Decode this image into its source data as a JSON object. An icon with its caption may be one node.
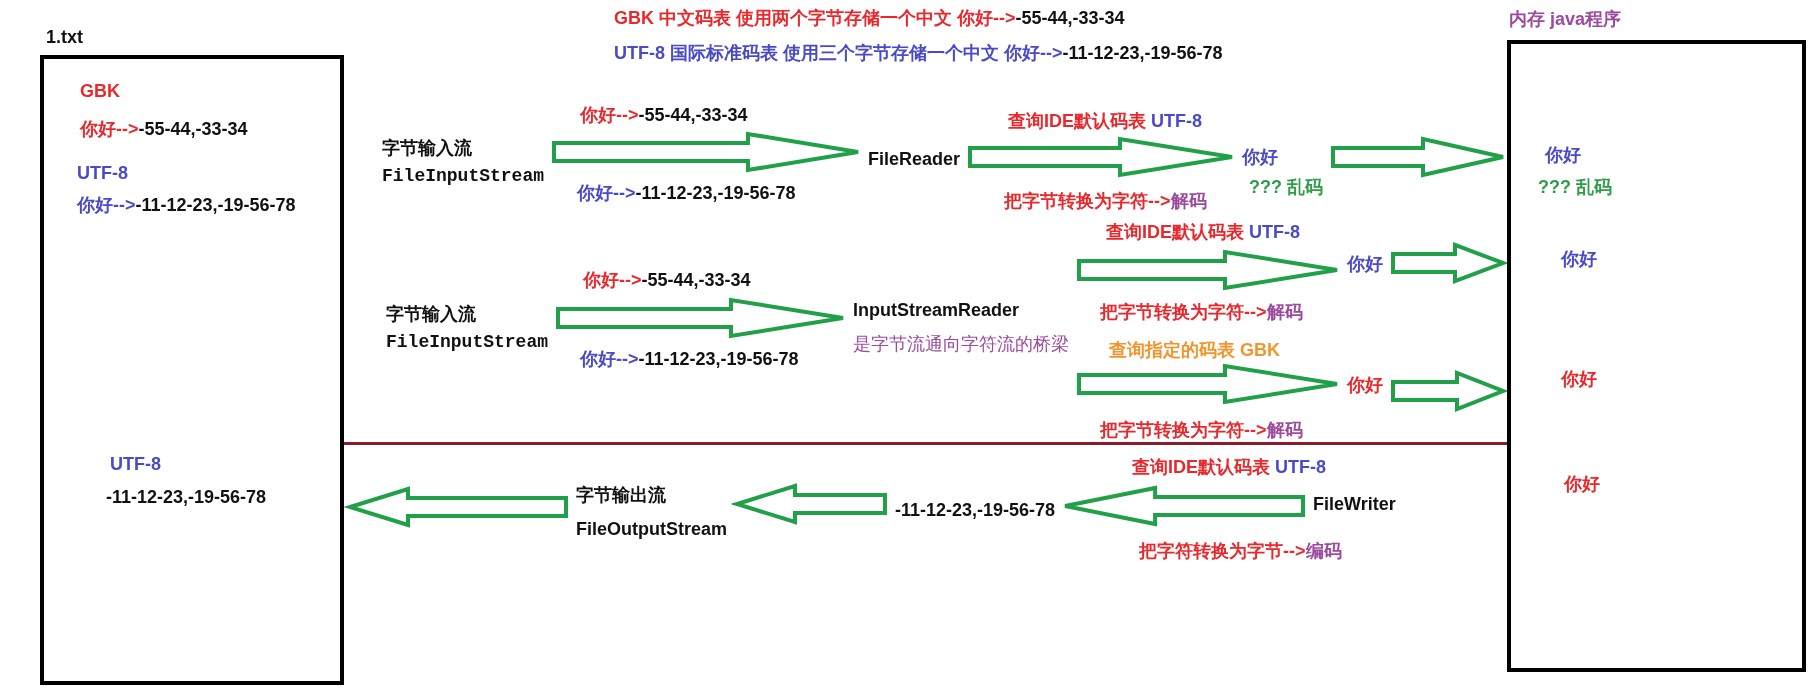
{
  "diagram": {
    "nodes": [
      {
        "text": [
          "1.txt",
          "GBK",
          "你好-->**-55-44,-33-34**",
          "UTF-8",
          "你好-->**-11-12-23,-19-56-78**",
          "UTF-8",
          "-11-12-23,-19-56-78"
        ]
      },
      {
        "text": [
          "内存 java程序",
          "你好",
          "??? 乱码",
          "你好",
          "你好",
          "你好"
        ]
      },
      {
        "text": [
          "字节输入流",
          "FileInputStream"
        ]
      },
      {
        "text": [
          "FileReader"
        ]
      },
      {
        "text": [
          "你好",
          "??? 乱码"
        ]
      },
      {
        "text": [
          "字节输入流",
          "FileInputStream"
        ]
      },
      {
        "text": [
          "InputStreamReader",
          "是字节流通向字符流的桥梁"
        ]
      },
      {
        "text": [
          "你好"
        ]
      },
      {
        "text": [
          "你好"
        ]
      },
      {
        "text": [
          "FileWriter"
        ]
      },
      {
        "text": [
          "-11-12-23,-19-56-78"
        ]
      },
      {
        "text": [
          "字节输出流",
          "FileOutputStream"
        ]
      }
    ],
    "edges": [
      {
        "from": 2,
        "to": 3,
        "arrow": "to"
      },
      {
        "from": 3,
        "to": 4,
        "arrow": "to"
      },
      {
        "from": 4,
        "to": 1,
        "arrow": "to"
      },
      {
        "from": 5,
        "to": 6,
        "arrow": "to"
      },
      {
        "from": 6,
        "to": 7,
        "arrow": "to"
      },
      {
        "from": 6,
        "to": 8,
        "arrow": "to"
      },
      {
        "from": 7,
        "to": 1,
        "arrow": "to"
      },
      {
        "from": 8,
        "to": 1,
        "arrow": "to"
      },
      {
        "from": 9,
        "to": 10,
        "arrow": "to"
      },
      {
        "from": 10,
        "to": 11,
        "arrow": "to"
      },
      {
        "from": 11,
        "to": 0,
        "arrow": "to"
      }
    ],
    "labels": [
      "GBK 中文码表 使用两个字节存储一个中文 你好-->**-55-44,-33-34**",
      "UTF-8 国际标准码表 使用三个字节存储一个中文 你好-->**-11-12-23,-19-56-78**",
      "你好-->**-55-44,-33-34**",
      "查询IDE默认码表 **UTF-8**",
      "你好-->**-11-12-23,-19-56-78**",
      "把字节转换为字符-->**解码**",
      "查询IDE默认码表 **UTF-8**",
      "你好-->**-55-44,-33-34**",
      "把字节转换为字符-->**解码**",
      "查询指定的码表 GBK",
      "你好-->**-11-12-23,-19-56-78**",
      "把字节转换为字符-->**解码**",
      "查询IDE默认码表 **UTF-8**",
      "把字符转换为字节-->**编码**"
    ]
  }
}
